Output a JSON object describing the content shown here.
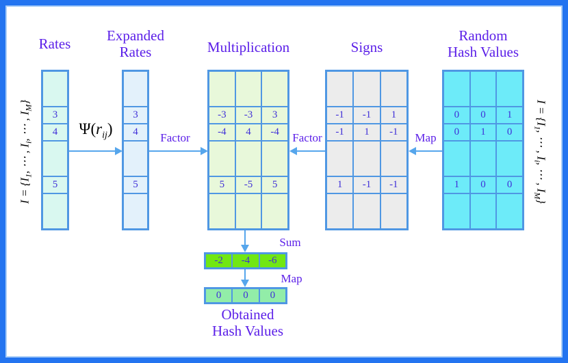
{
  "colors": {
    "frame-blue": "#2374f0",
    "frame-inner": "#a9cdf7",
    "grid-blue": "#4f97e3",
    "arrow-blue": "#56a6ec",
    "header-purple": "#5b1fe8",
    "value-purple": "#3f2fd8"
  },
  "headers": {
    "rates": "Rates",
    "expanded_line1": "Expanded",
    "expanded_line2": "Rates",
    "multiplication": "Multiplication",
    "signs": "Signs",
    "random_line1": "Random",
    "random_line2": "Hash Values",
    "obtained_line1": "Obtained",
    "obtained_line2": "Hash Values"
  },
  "flow": {
    "psi_prefix": "Ψ(",
    "psi_var": "r",
    "psi_sub": "ij",
    "psi_suffix": ")",
    "factor_left": "Factor",
    "factor_right": "Factor",
    "map_upper": "Map",
    "sum": "Sum",
    "map_lower": "Map"
  },
  "item_set": {
    "p1": "I",
    "p2": " = {",
    "p3": "I",
    "s1": "1",
    "p4": ", ⋯ , ",
    "p5": "I",
    "s2": "i",
    "p6": ", ⋯ , ",
    "p7": "I",
    "s3": "M",
    "p8": "}"
  },
  "tables": {
    "rates": {
      "fill": "#d9f8f0",
      "rows": [
        {
          "tall": true,
          "cells": [
            ""
          ]
        },
        {
          "cells": [
            "3"
          ]
        },
        {
          "cells": [
            "4"
          ]
        },
        {
          "tall": true,
          "cells": [
            ""
          ]
        },
        {
          "cells": [
            "5"
          ]
        },
        {
          "tall": true,
          "cells": [
            ""
          ]
        }
      ]
    },
    "expanded_rates": {
      "fill": "#e3f1fb",
      "rows": [
        {
          "tall": true,
          "cells": [
            ""
          ]
        },
        {
          "cells": [
            "3"
          ]
        },
        {
          "cells": [
            "4"
          ]
        },
        {
          "tall": true,
          "cells": [
            ""
          ]
        },
        {
          "cells": [
            "5"
          ]
        },
        {
          "tall": true,
          "cells": [
            ""
          ]
        }
      ]
    },
    "multiplication": {
      "fill": "#e8f8da",
      "rows": [
        {
          "tall": true,
          "cells": [
            "",
            "",
            ""
          ]
        },
        {
          "cells": [
            "-3",
            "-3",
            "3"
          ]
        },
        {
          "cells": [
            "-4",
            "4",
            "-4"
          ]
        },
        {
          "tall": true,
          "cells": [
            "",
            "",
            ""
          ]
        },
        {
          "cells": [
            "5",
            "-5",
            "5"
          ]
        },
        {
          "tall": true,
          "cells": [
            "",
            "",
            ""
          ]
        }
      ]
    },
    "signs": {
      "fill": "#ececec",
      "rows": [
        {
          "tall": true,
          "cells": [
            "",
            "",
            ""
          ]
        },
        {
          "cells": [
            "-1",
            "-1",
            "1"
          ]
        },
        {
          "cells": [
            "-1",
            "1",
            "-1"
          ]
        },
        {
          "tall": true,
          "cells": [
            "",
            "",
            ""
          ]
        },
        {
          "cells": [
            "1",
            "-1",
            "-1"
          ]
        },
        {
          "tall": true,
          "cells": [
            "",
            "",
            ""
          ]
        }
      ]
    },
    "random_hash": {
      "fill": "#6debf9",
      "rows": [
        {
          "tall": true,
          "cells": [
            "",
            "",
            ""
          ]
        },
        {
          "cells": [
            "0",
            "0",
            "1"
          ]
        },
        {
          "cells": [
            "0",
            "1",
            "0"
          ]
        },
        {
          "tall": true,
          "cells": [
            "",
            "",
            ""
          ]
        },
        {
          "cells": [
            "1",
            "0",
            "0"
          ]
        },
        {
          "tall": true,
          "cells": [
            "",
            "",
            ""
          ]
        }
      ]
    },
    "sum_row": {
      "fill": "#71e713",
      "rows": [
        {
          "cells": [
            "-2",
            "-4",
            "-6"
          ]
        }
      ]
    },
    "obtained_row": {
      "fill": "#92eda8",
      "rows": [
        {
          "cells": [
            "0",
            "0",
            "0"
          ]
        }
      ]
    }
  }
}
